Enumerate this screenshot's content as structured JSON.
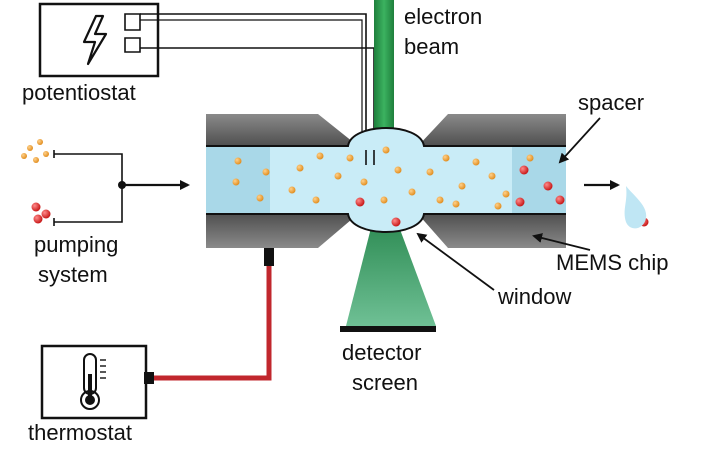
{
  "labels": {
    "electron_beam_1": "electron",
    "electron_beam_2": "beam",
    "potentiostat": "potentiostat",
    "spacer": "spacer",
    "pumping_1": "pumping",
    "pumping_2": "system",
    "mems_chip": "MEMS chip",
    "window": "window",
    "detector_1": "detector",
    "detector_2": "screen",
    "thermostat": "thermostat"
  },
  "colors": {
    "liquid": "#c9ecf7",
    "chip_gray": "#6d6d6d",
    "beam_green": "#2e9a50",
    "detector_green": "#4fae7b",
    "thermo_red": "#c1272d",
    "orange_particle": "#f0a030",
    "red_particle": "#dd2222"
  },
  "icons": {
    "potentiostat": "lightning-bolt-icon",
    "thermostat": "thermometer-icon"
  }
}
